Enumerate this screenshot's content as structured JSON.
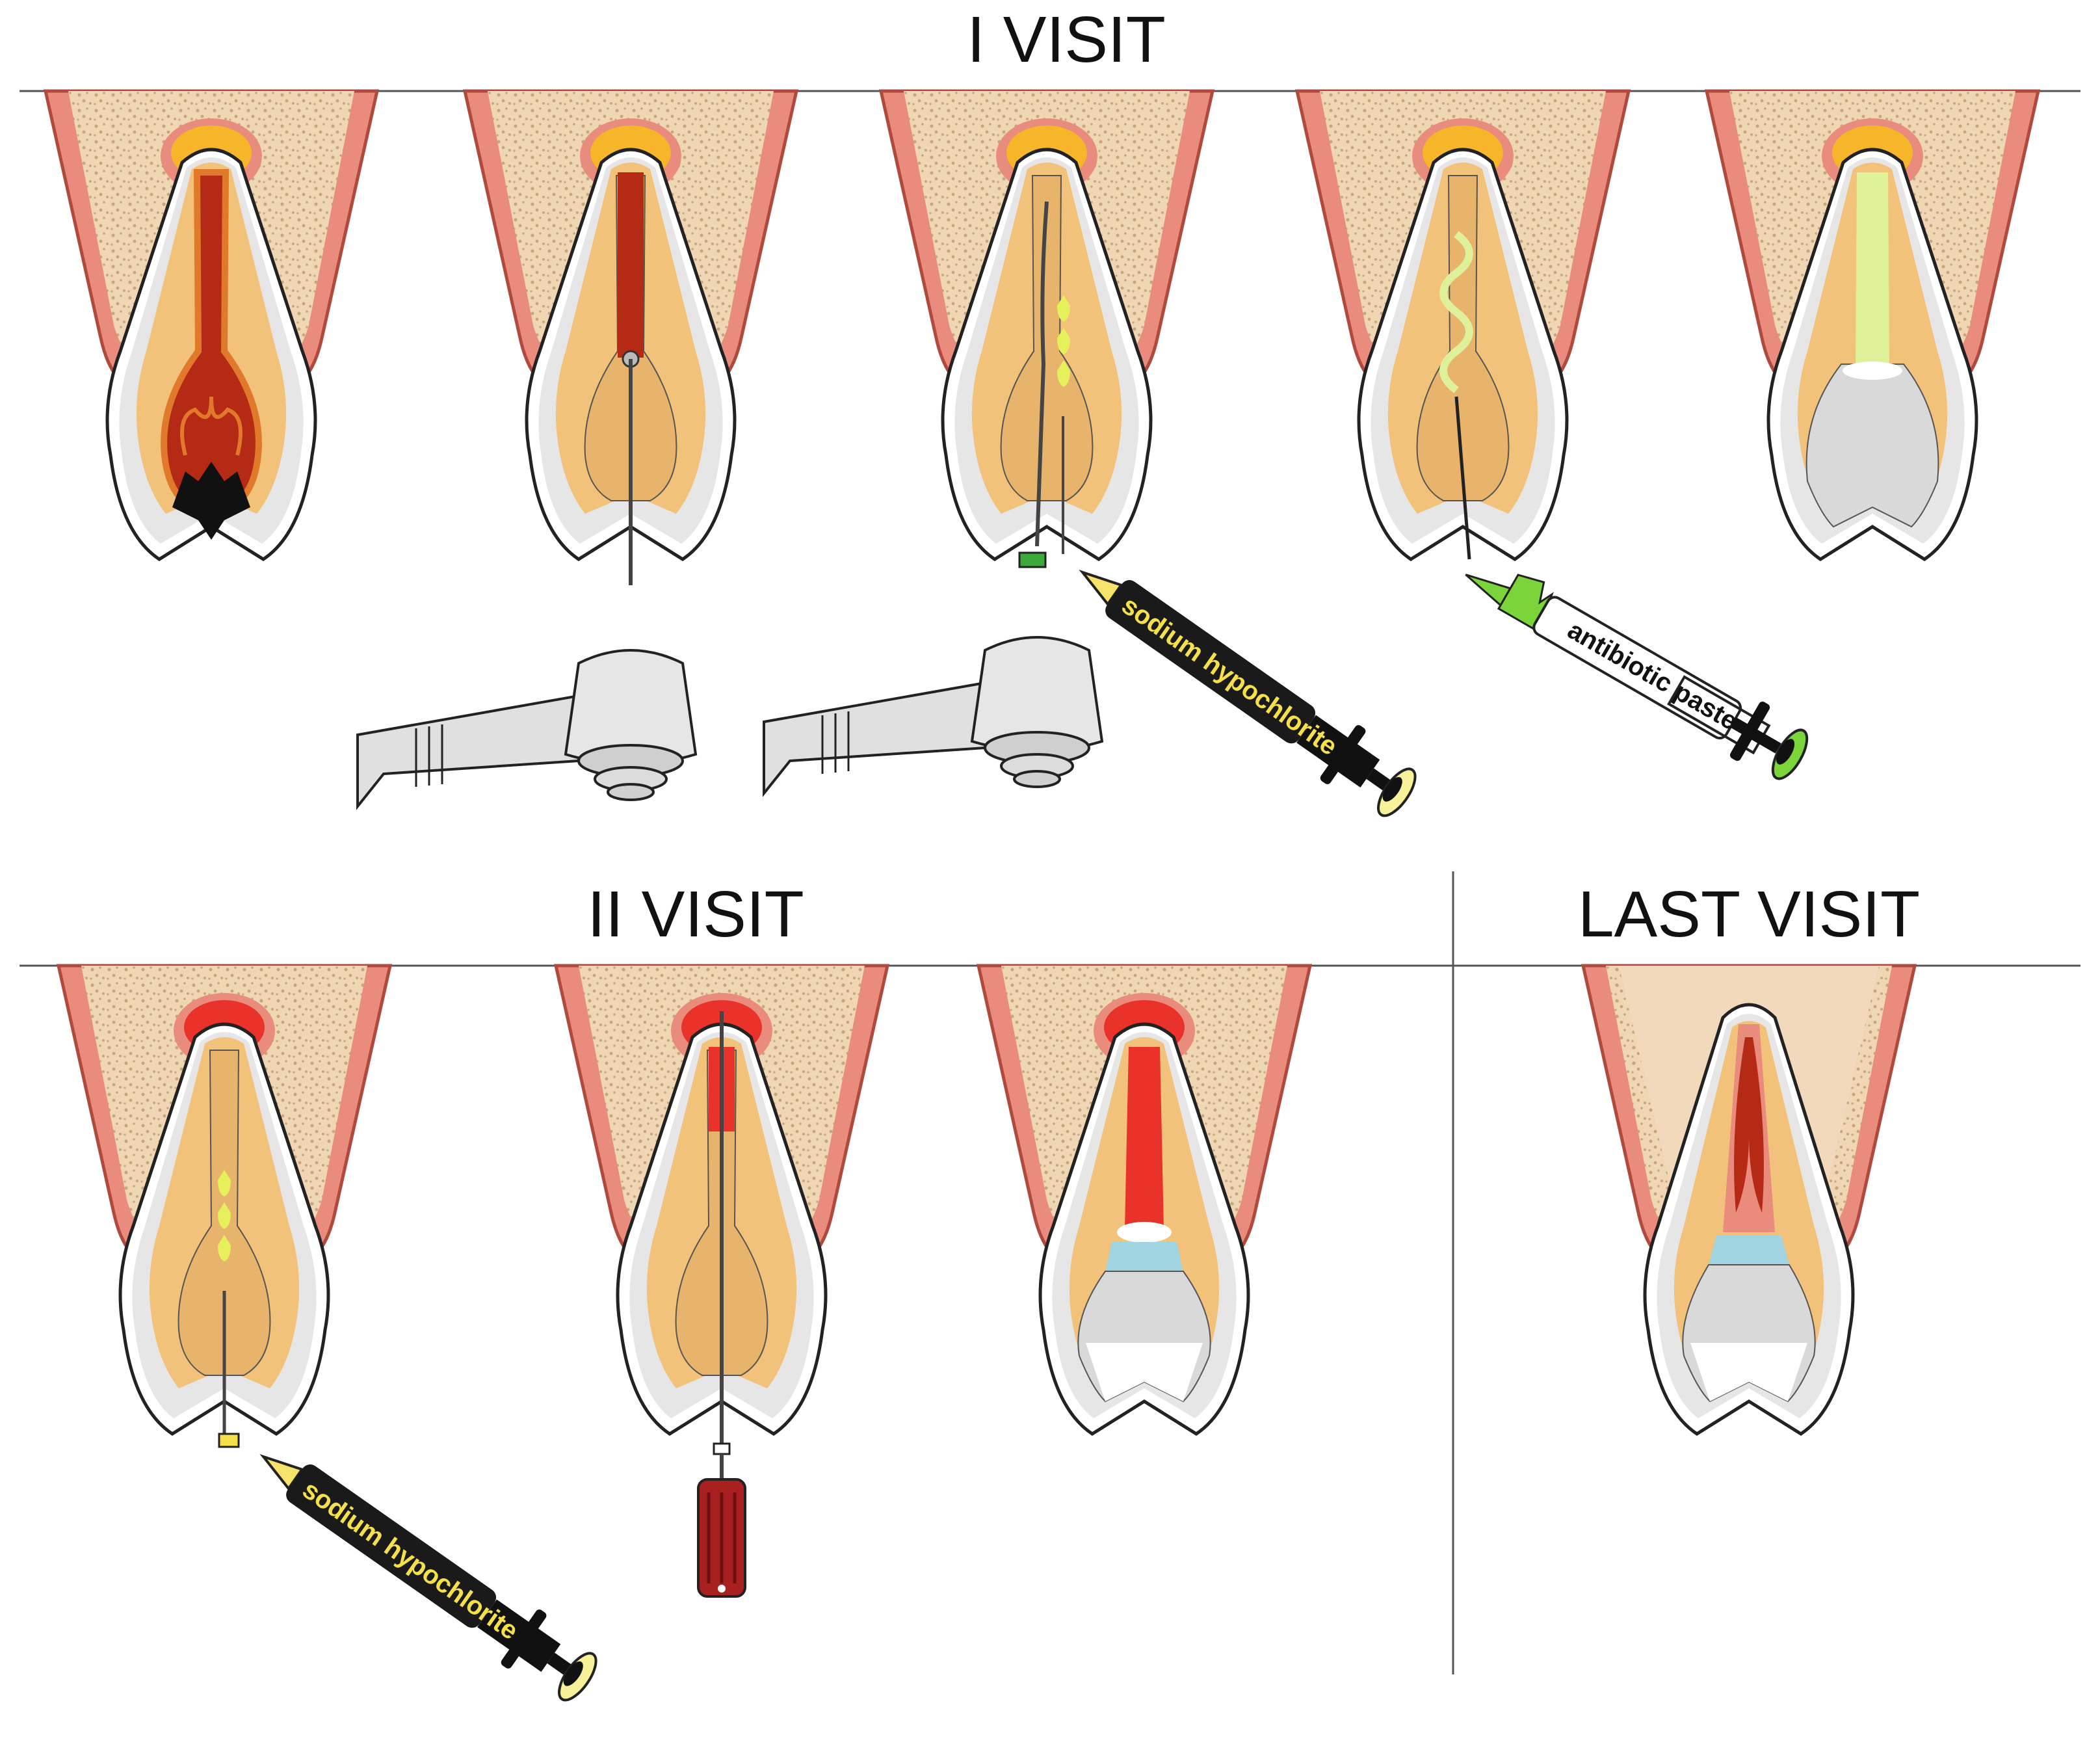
{
  "headings": {
    "visit_1": "I VISIT",
    "visit_2": "II VISIT",
    "last_visit": "LAST VISIT"
  },
  "syringe_labels": {
    "irrigant_1": "sodium hypochlorite",
    "medicament": "antibiotic paste",
    "irrigant_2": "sodium hypochlorite"
  },
  "colors": {
    "gum": "#e98c7e",
    "gum_outline": "#b04a3e",
    "bone": "#efd6b4",
    "bone_dots": "#c9a67c",
    "enamel": "#e6e6e6",
    "dentin": "#f2c27a",
    "pulp_inflamed": "#b42a14",
    "pulp_necrotic_glow": "#e07a2a",
    "periapical_lesion": "#f7b52a",
    "periapical_healing": "#e8322a",
    "blood_clot": "#e8322a",
    "antibiotic_paste": "#dff09a",
    "irrigant_drop": "#e6f05a",
    "syringe_body": "#1a1a1a",
    "syringe_text": "#f5e04a",
    "paste_syringe_body": "#ffffff",
    "paste_syringe_tip": "#7bd43a",
    "handpiece": "#e0e0e0",
    "file_handle": "#a82020",
    "divider": "#555555"
  }
}
